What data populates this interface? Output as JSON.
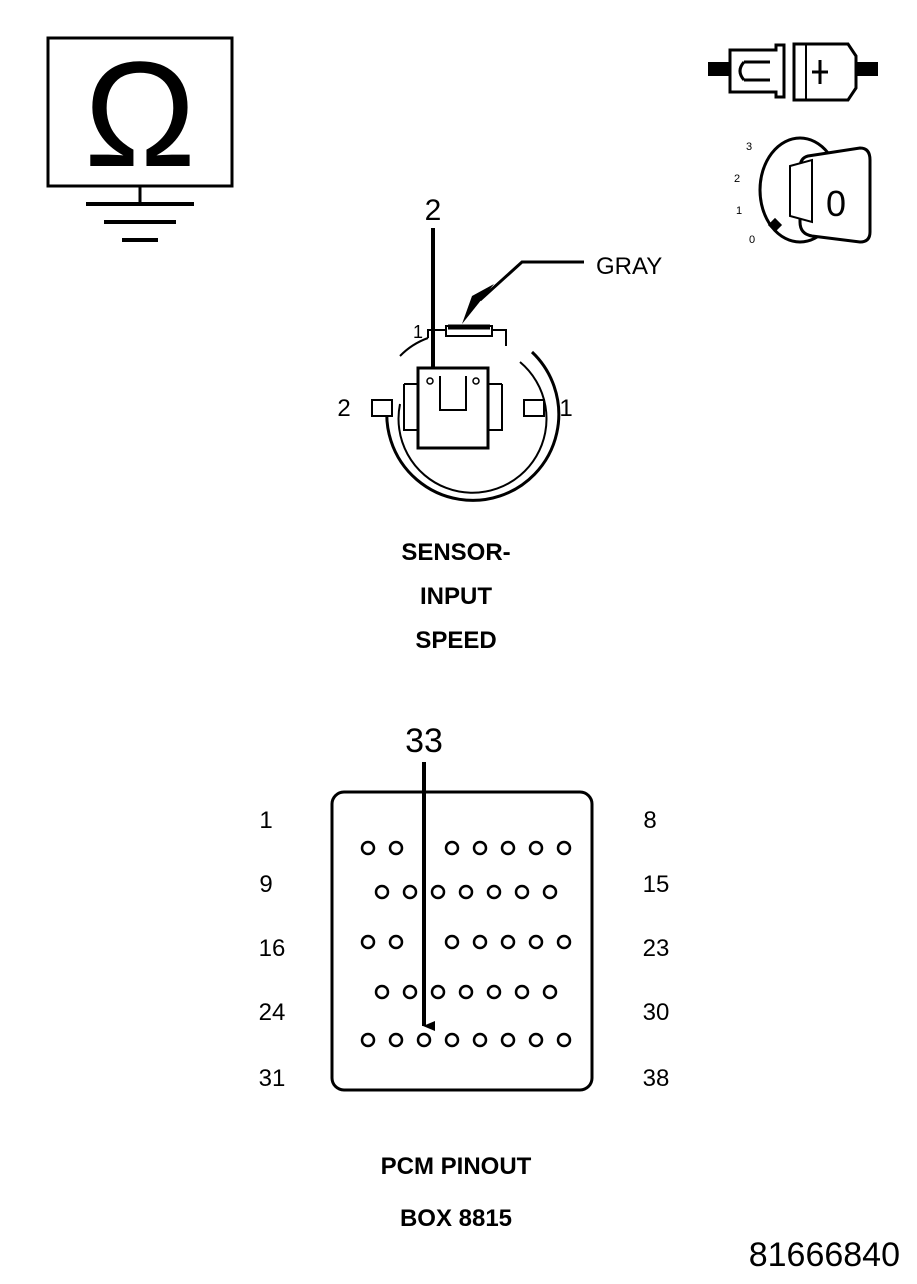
{
  "ohmmeter": {
    "symbol": "Ω"
  },
  "ignition": {
    "position_labels": [
      "3",
      "2",
      "1",
      "0"
    ],
    "key_label": "0"
  },
  "sensor_connector": {
    "pointer_pin": "2",
    "color_label": "GRAY",
    "side_left": "2",
    "side_right": "1",
    "top_mark": "1",
    "caption_lines": [
      "SENSOR-",
      "INPUT",
      "SPEED"
    ]
  },
  "pcm_connector": {
    "pointer_pin": "33",
    "row_labels_left": [
      "1",
      "9",
      "16",
      "24",
      "31"
    ],
    "row_labels_right": [
      "8",
      "15",
      "23",
      "30",
      "38"
    ],
    "caption_lines": [
      "PCM PINOUT",
      "BOX 8815"
    ]
  },
  "figure_id": "81666840"
}
